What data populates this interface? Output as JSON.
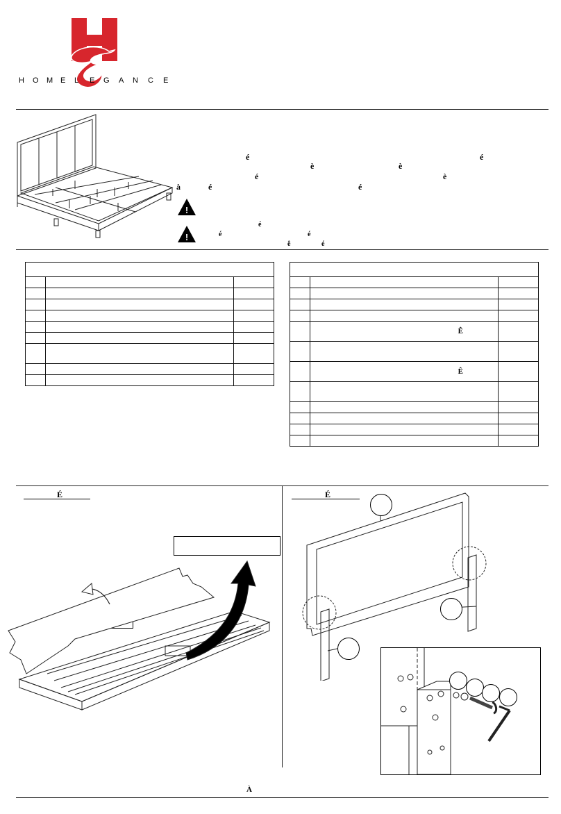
{
  "brand": {
    "letters": [
      "H",
      "O",
      "M",
      "E",
      "L",
      "E",
      "G",
      "A",
      "N",
      "C",
      "E"
    ],
    "logo_color": "#d7262d"
  },
  "intro": {
    "accent_row1": [
      "é",
      "è",
      "è",
      "é"
    ],
    "accent_row2": [
      "à",
      "é",
      "é",
      "é",
      "è"
    ],
    "warning1_accents": [],
    "warning2_accents_row1": [
      "é"
    ],
    "warning2_accents_row2": [
      "é",
      "é"
    ],
    "warning2_accents_row3": [
      "ê",
      "é"
    ]
  },
  "parts_left": {
    "rows": [
      "",
      "",
      "",
      "",
      "",
      "",
      "",
      "",
      ""
    ]
  },
  "parts_right": {
    "rows": [
      "",
      "",
      "",
      "",
      "Ê",
      "",
      "Ê",
      "",
      "",
      "",
      "",
      ""
    ]
  },
  "step1": {
    "heading_accent": "É"
  },
  "step2": {
    "heading_accent": "É"
  },
  "footer": {
    "accent": "À"
  }
}
